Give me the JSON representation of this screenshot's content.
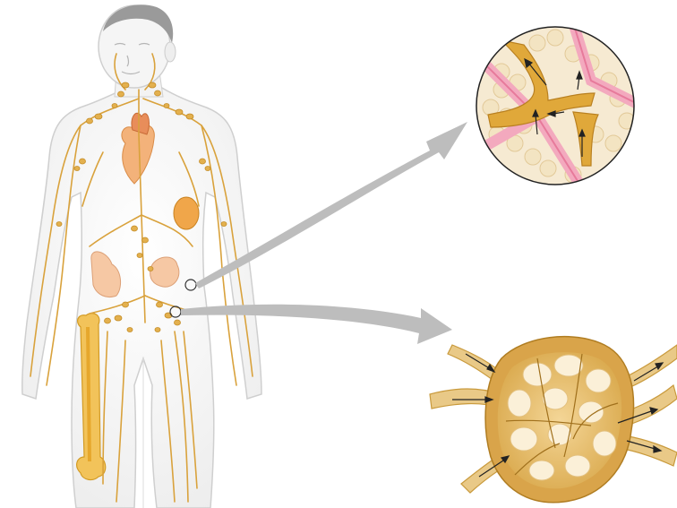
{
  "figure": {
    "panels": [
      {
        "name": "body-illustration",
        "icon": "human-lymphatic-figure"
      },
      {
        "name": "capillary-inset",
        "icon": "lymph-capillary-magnified-circle"
      },
      {
        "name": "node-inset",
        "icon": "lymph-node-cross-section"
      }
    ],
    "arrows": [
      {
        "name": "arrow-to-capillary",
        "from": "abdomen-marker",
        "to": "capillary-inset"
      },
      {
        "name": "arrow-to-node",
        "from": "groin-marker",
        "to": "node-inset"
      }
    ],
    "colors": {
      "lymph": "#e0a83a",
      "lymph_dark": "#c98a1a",
      "skin": "#f4f4f4",
      "outline": "#cfcfcf",
      "arrow": "#bdbdbd",
      "blood_vessel": "#f3a9be",
      "tissue_cell": "#f3e4c2",
      "node_capsule": "#e9c987",
      "node_follicle": "#fbf0d8",
      "bone": "#f2c35a",
      "heart": "#f3b27a"
    }
  }
}
